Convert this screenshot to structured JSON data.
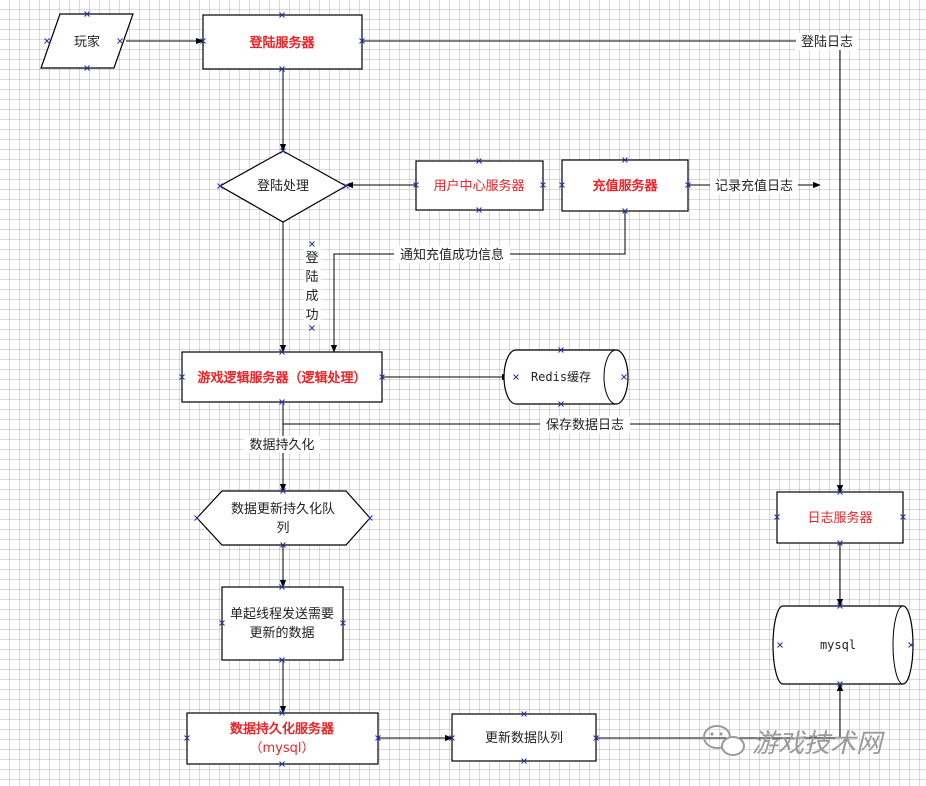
{
  "colors": {
    "node_red": "#e8252a",
    "line": "#000000",
    "port": "#2233aa"
  },
  "nodes": {
    "player": "玩家",
    "login_server": "登陆服务器",
    "login_process": "登陆处理",
    "user_center": "用户中心服务器",
    "recharge_server": "充值服务器",
    "game_logic_server": "游戏逻辑服务器（逻辑处理）",
    "redis_cache": "Redis缓存",
    "persist_queue_line1": "数据更新持久化队",
    "persist_queue_line2": "列",
    "send_thread_line1": "单起线程发送需要",
    "send_thread_line2": "更新的数据",
    "persist_server_line1": "数据持久化服务器",
    "persist_server_line2": "（mysql）",
    "update_queue": "更新数据队列",
    "log_server": "日志服务器",
    "mysql": "mysql"
  },
  "edges": {
    "login_log": "登陆日志",
    "recharge_log": "记录充值日志",
    "notify_recharge": "通知充值成功信息",
    "login_success": [
      "登",
      "陆",
      "成",
      "功"
    ],
    "save_data_log": "保存数据日志",
    "persist_data": "数据持久化"
  },
  "watermark": {
    "icon": "wechat-icon",
    "text": "游戏技术网"
  }
}
